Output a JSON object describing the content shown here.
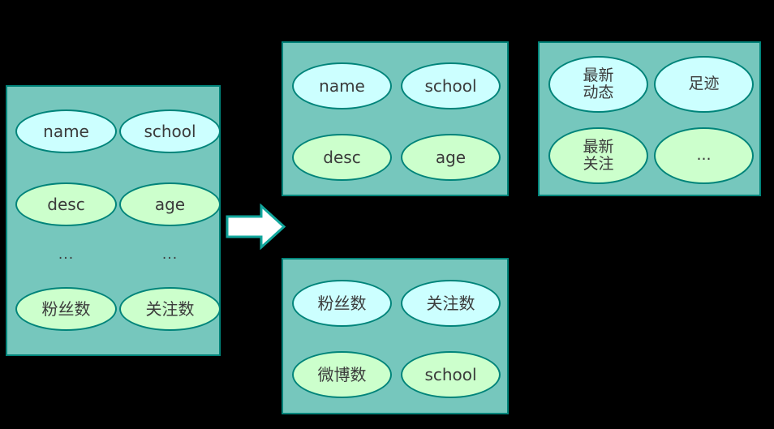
{
  "diagram": {
    "title": "Entity attribute split diagram",
    "background_color": "#000000",
    "box_fill": "#76c7bd",
    "box_border": "#00847a",
    "ellipse_cyan": "#ccffff",
    "ellipse_green": "#ccffcc",
    "text_color": "#3b3b3b",
    "arrow_fill": "#ffffff",
    "arrow_border": "#12a79d"
  },
  "source_group": {
    "name": "source-entity-box",
    "rows": [
      {
        "left": "name",
        "left_color": "cyan",
        "right": "school",
        "right_color": "cyan"
      },
      {
        "left": "desc",
        "left_color": "green",
        "right": "age",
        "right_color": "green"
      }
    ],
    "dots_row": {
      "left": "...",
      "right": "..."
    },
    "last_row": {
      "left": "粉丝数",
      "left_color": "green",
      "right": "关注数",
      "right_color": "green"
    }
  },
  "arrow": {
    "name": "split-arrow",
    "direction": "right",
    "label": ""
  },
  "target_groups": [
    {
      "name": "target-box-basic-info",
      "ellipses": [
        {
          "label": "name",
          "color": "cyan"
        },
        {
          "label": "school",
          "color": "cyan"
        },
        {
          "label": "desc",
          "color": "green"
        },
        {
          "label": "age",
          "color": "green"
        }
      ]
    },
    {
      "name": "target-box-activity",
      "ellipses": [
        {
          "label": "最新\n动态",
          "color": "cyan"
        },
        {
          "label": "足迹",
          "color": "cyan"
        },
        {
          "label": "最新\n关注",
          "color": "green"
        },
        {
          "label": "...",
          "color": "green"
        }
      ]
    },
    {
      "name": "target-box-counters",
      "ellipses": [
        {
          "label": "粉丝数",
          "color": "cyan"
        },
        {
          "label": "关注数",
          "color": "cyan"
        },
        {
          "label": "微博数",
          "color": "green"
        },
        {
          "label": "school",
          "color": "green"
        }
      ]
    }
  ]
}
